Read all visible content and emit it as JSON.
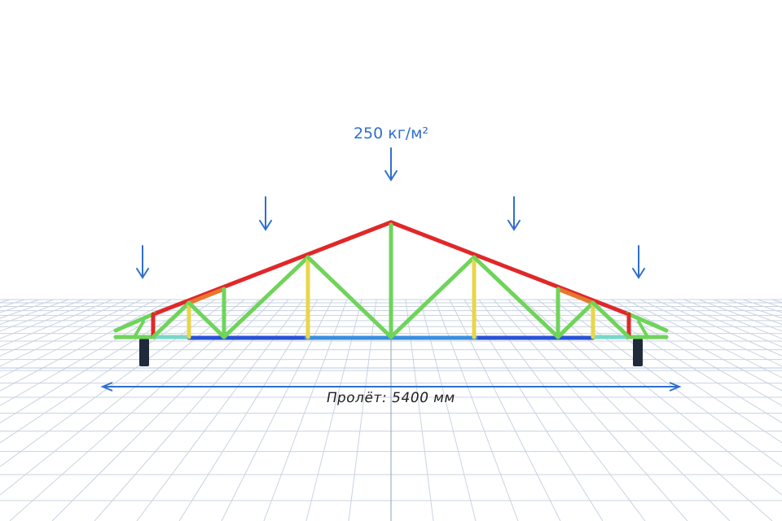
{
  "load": {
    "value": "250",
    "unit": "кг/м²",
    "label": "250 кг/м²"
  },
  "span": {
    "label": "Пролёт: 5400 мм",
    "value_mm": 5400
  },
  "colors": {
    "background": "#ffffff",
    "grid": "#c9d3e2",
    "load_arrow": "#2f6fd0",
    "span_arrow": "#2f6fd0",
    "axis_line": "#8da2c0",
    "support": "#1f2a3a",
    "stress_high": "#e02828",
    "stress_mid_high": "#e6782e",
    "stress_mid": "#e8d64a",
    "stress_low": "#6fd45a",
    "stress_lower": "#76d8c8",
    "stress_min": "#2a52d6"
  },
  "load_arrow_count": 5,
  "support_count": 2
}
